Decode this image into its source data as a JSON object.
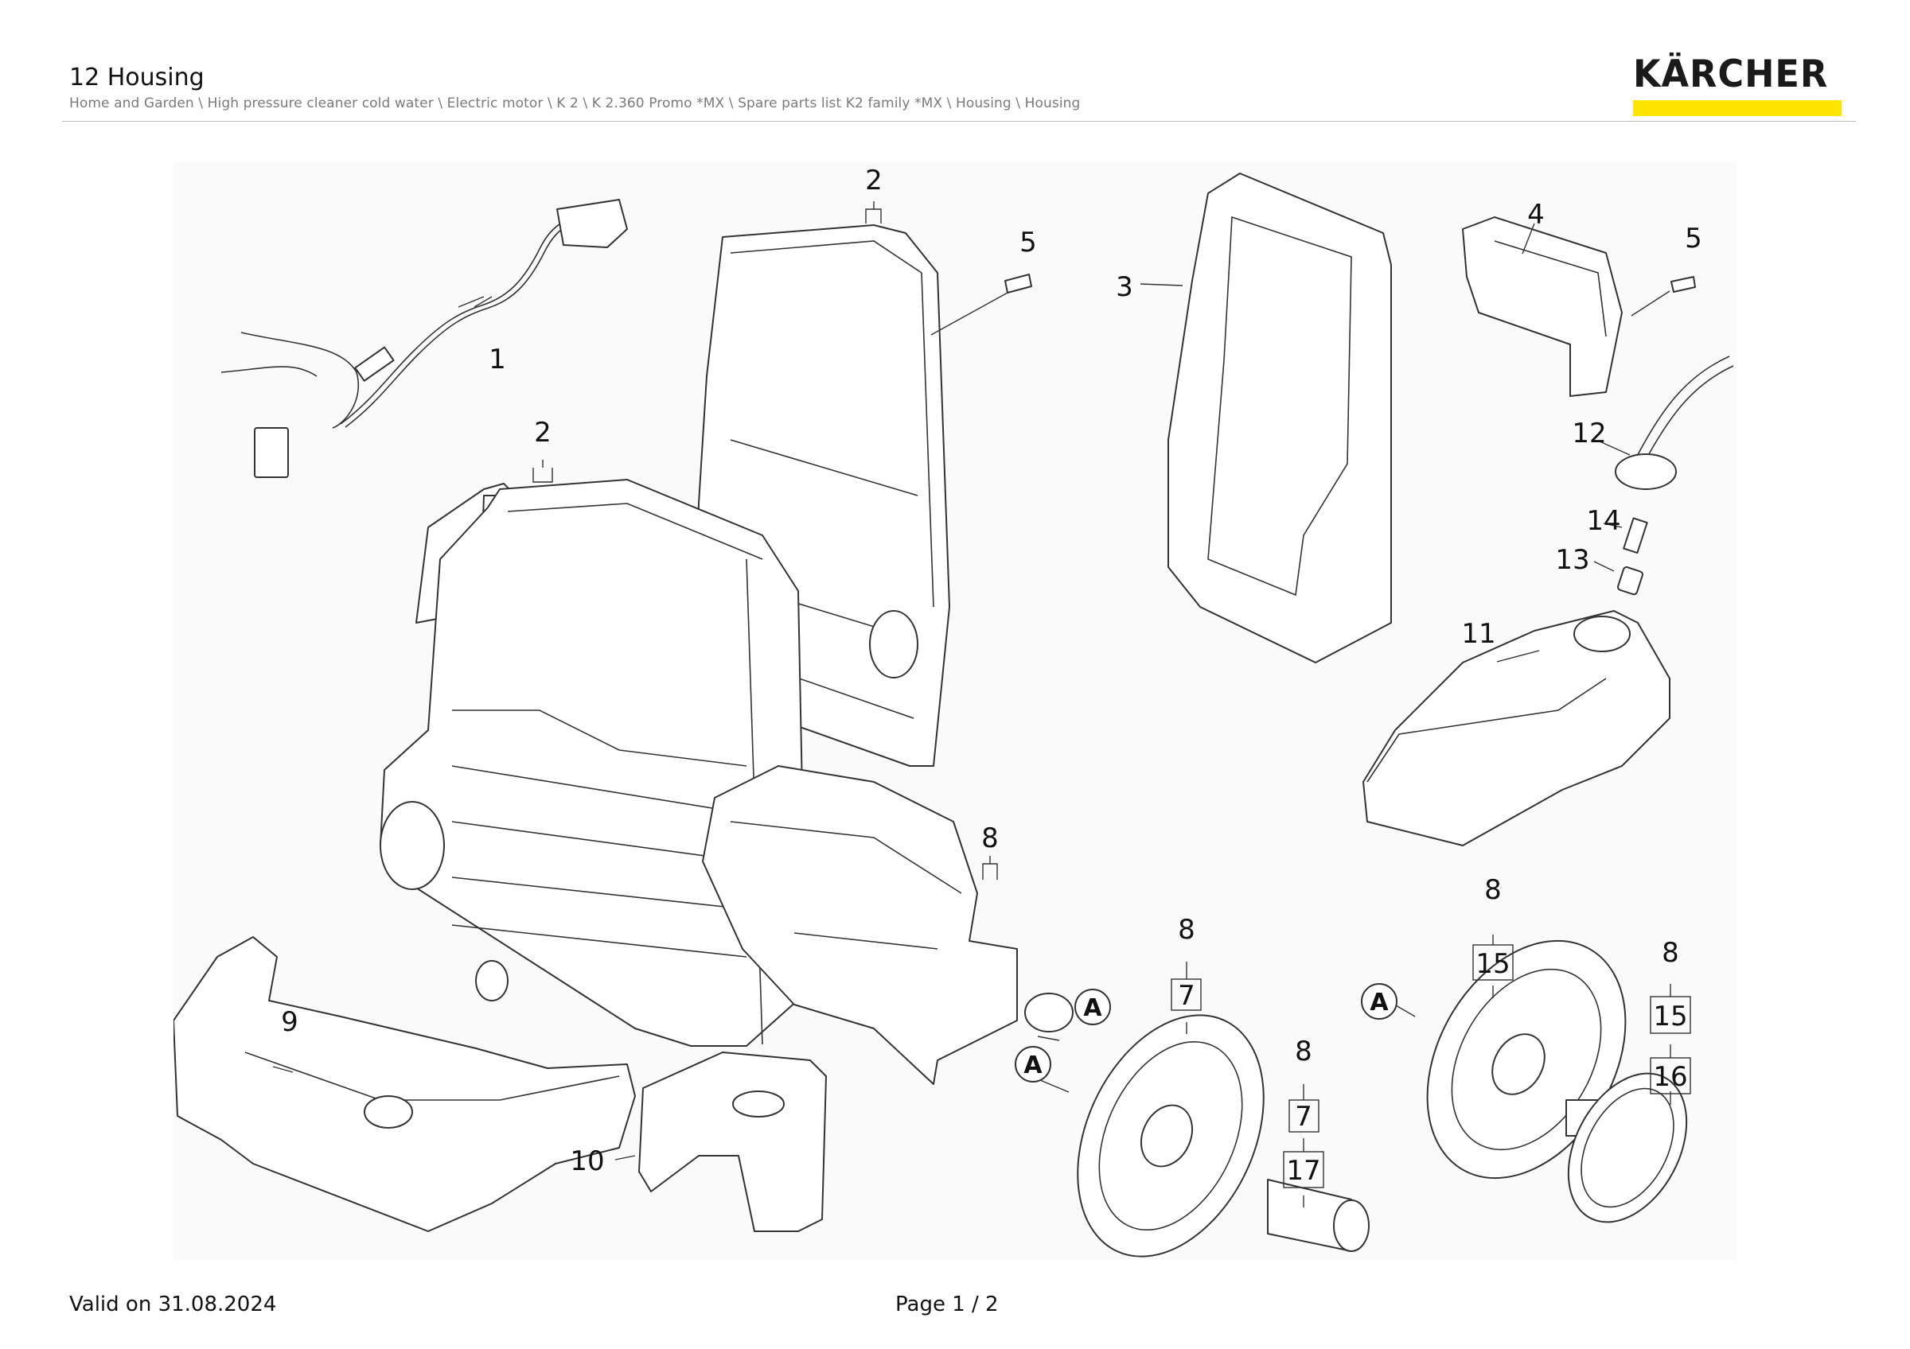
{
  "header": {
    "title": "12 Housing",
    "breadcrumb": "Home and Garden \\ High pressure cleaner cold water \\ Electric motor \\ K 2 \\ K 2.360 Promo *MX \\ Spare parts list K2 family *MX \\ Housing \\ Housing"
  },
  "brand": {
    "logo_text": "KÄRCHER",
    "bar_color": "#fde500"
  },
  "callouts": {
    "c1": "1",
    "c2a": "2",
    "c2b": "2",
    "c3": "3",
    "c4": "4",
    "c5a": "5",
    "c5b": "5",
    "c8a": "8",
    "c8b": "8",
    "c8c": "8",
    "c8d": "8",
    "c8e": "8",
    "c7a": "7",
    "c7b": "7",
    "c9": "9",
    "c10": "10",
    "c11": "11",
    "c12": "12",
    "c13": "13",
    "c14": "14",
    "c15a": "15",
    "c15b": "15",
    "c16": "16",
    "c17": "17",
    "mark_a": "A"
  },
  "footer": {
    "valid": "Valid on 31.08.2024",
    "page": "Page 1 / 2"
  }
}
